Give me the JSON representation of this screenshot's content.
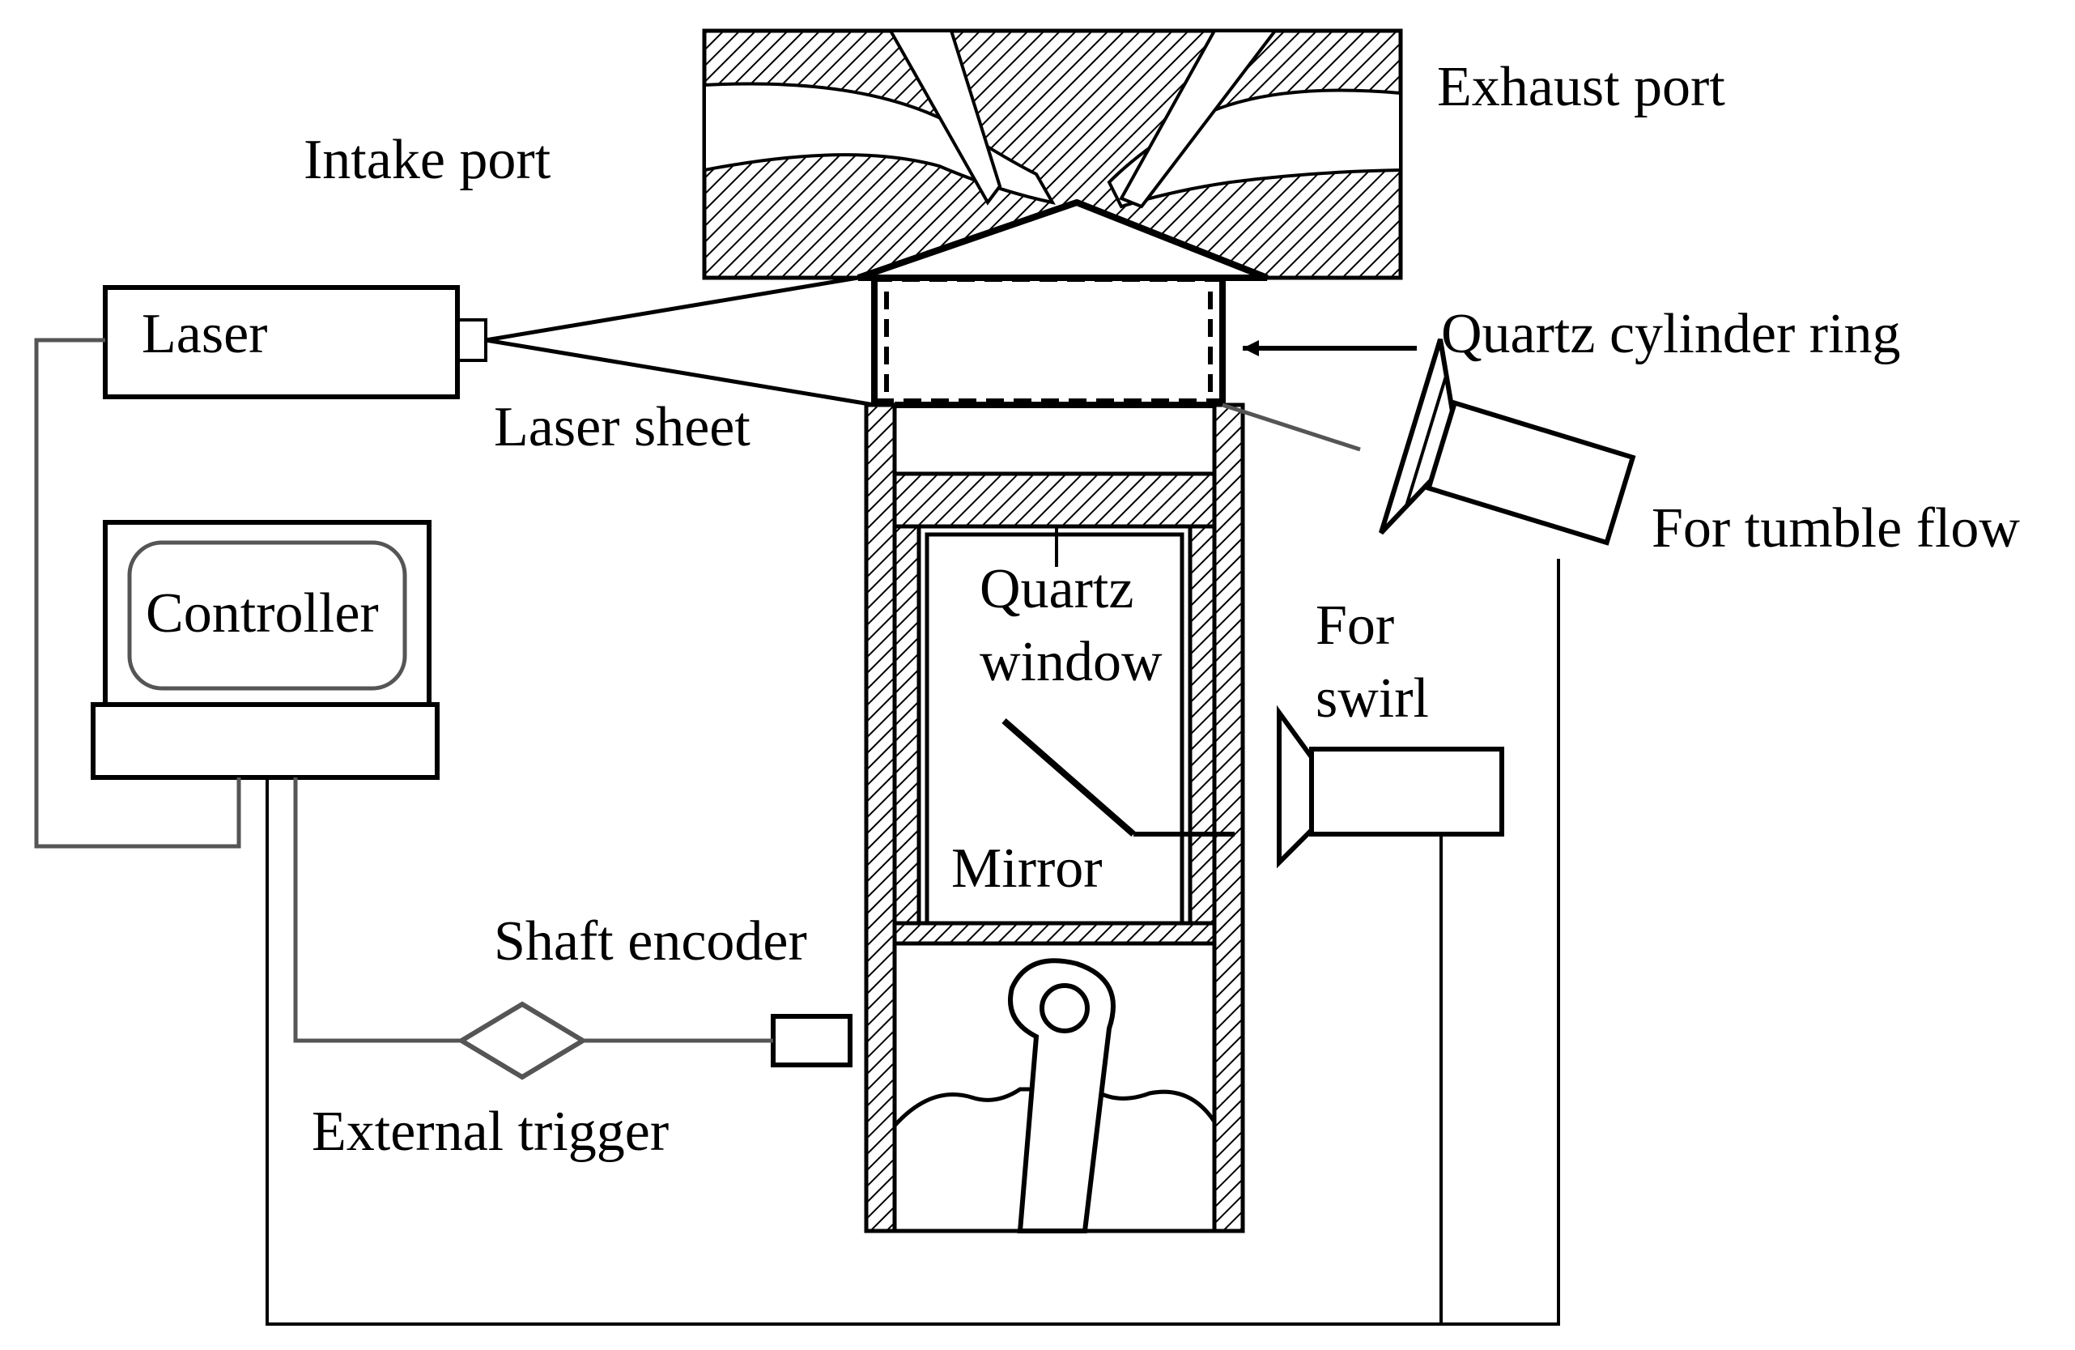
{
  "labels": {
    "exhaust_port": "Exhaust port",
    "intake_port": "Intake port",
    "laser": "Laser",
    "quartz_cylinder_ring": "Quartz cylinder ring",
    "laser_sheet": "Laser sheet",
    "for_tumble_flow": "For tumble flow",
    "controller": "Controller",
    "quartz_window_line1": "Quartz",
    "quartz_window_line2": "window",
    "for_swirl_line1": "For",
    "for_swirl_line2": "swirl",
    "mirror": "Mirror",
    "shaft_encoder": "Shaft encoder",
    "external_trigger": "External trigger"
  }
}
